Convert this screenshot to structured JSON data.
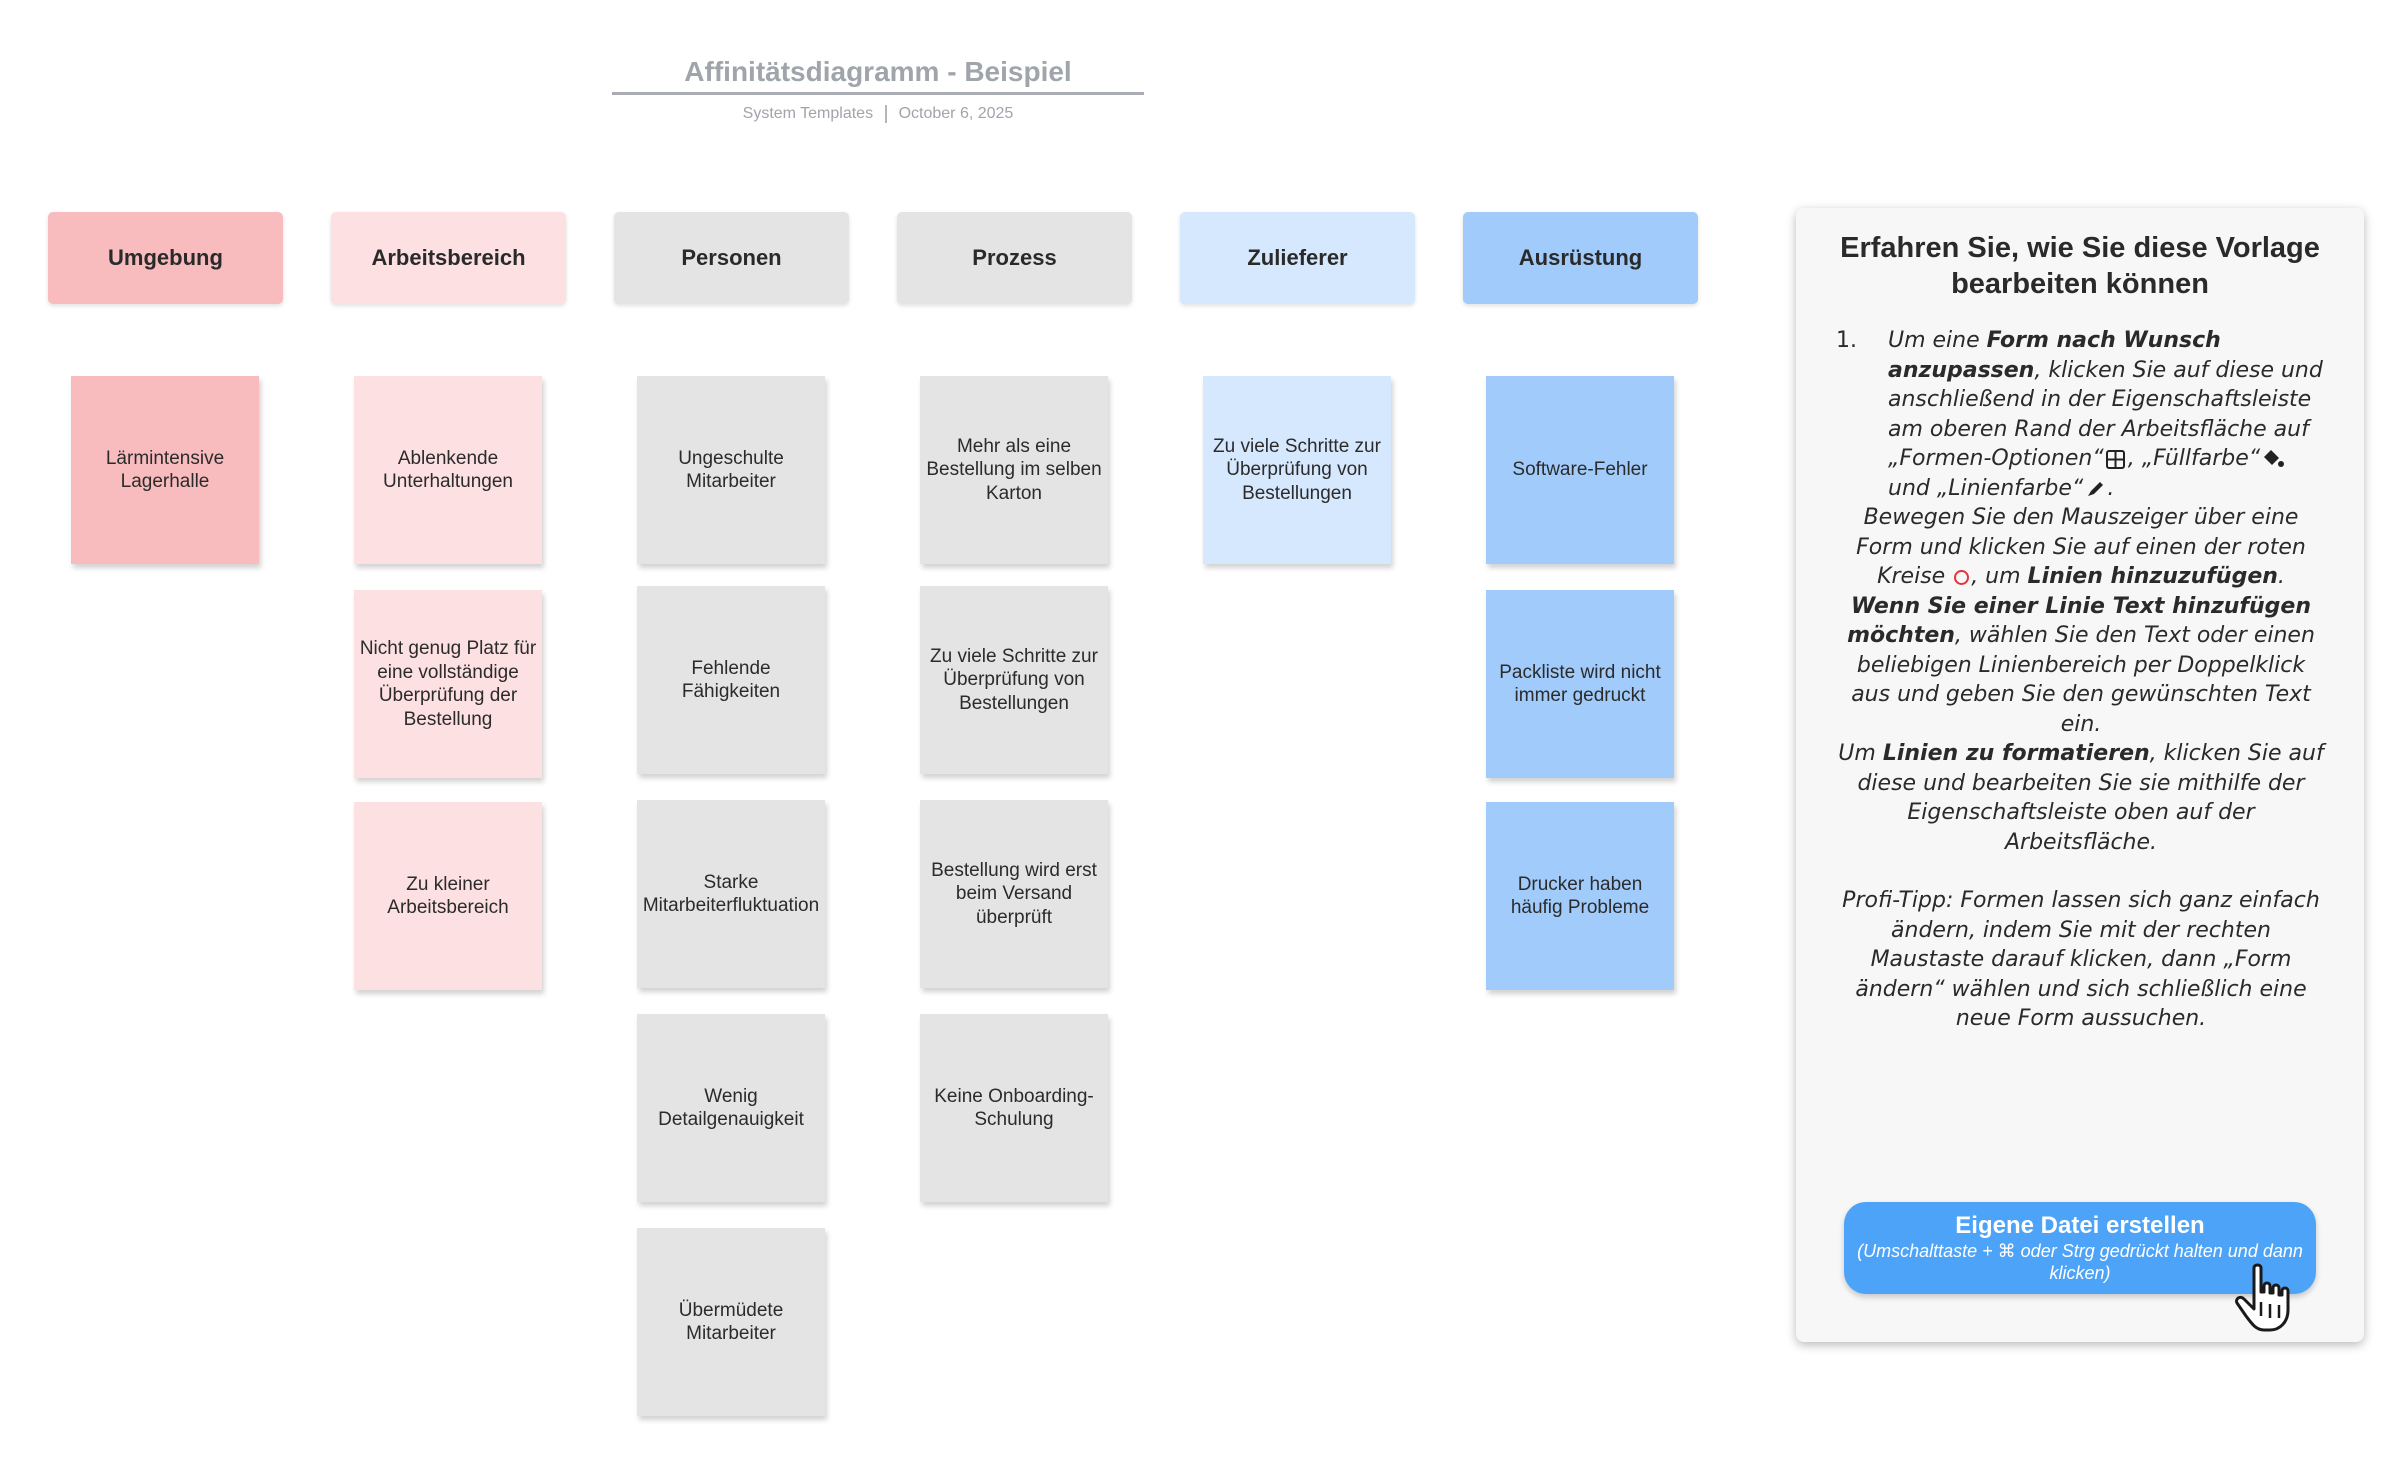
{
  "document": {
    "title": "Affinitätsdiagramm - Beispiel",
    "source": "System Templates",
    "date": "October 6, 2025"
  },
  "colors": {
    "umgebung_header": "#f8bcbe",
    "arbeitsbereich_header": "#fde0e1",
    "grey": "#e4e4e4",
    "zulieferer": "#d6e8fd",
    "ausruestung": "#a1cbfb",
    "cta": "#4da3f8"
  },
  "columns": [
    {
      "label": "Umgebung",
      "notes": [
        "Lärmintensive Lagerhalle"
      ]
    },
    {
      "label": "Arbeitsbereich",
      "notes": [
        "Ablenkende Unterhaltungen",
        "Nicht genug Platz für eine vollständige Überprüfung der Bestellung",
        "Zu kleiner Arbeitsbereich"
      ]
    },
    {
      "label": "Personen",
      "notes": [
        "Ungeschulte Mitarbeiter",
        "Fehlende Fähigkeiten",
        "Starke Mitarbeiterfluktuation",
        "Wenig Detailgenauigkeit",
        "Übermüdete Mitarbeiter"
      ]
    },
    {
      "label": "Prozess",
      "notes": [
        "Mehr als eine Bestellung im selben Karton",
        "Zu viele Schritte zur Überprüfung von Bestellungen",
        "Bestellung wird erst beim Versand überprüft",
        "Keine Onboarding-Schulung"
      ]
    },
    {
      "label": "Zulieferer",
      "notes": [
        "Zu viele Schritte zur Überprüfung von Bestellungen"
      ]
    },
    {
      "label": "Ausrüstung",
      "notes": [
        "Software-Fehler",
        "Packliste wird nicht immer gedruckt",
        "Drucker haben häufig Probleme"
      ]
    }
  ],
  "panel": {
    "title": "Erfahren Sie, wie Sie diese Vorlage bearbeiten können",
    "step_number": "1.",
    "step1": {
      "a": "Um eine ",
      "b": "Form nach Wunsch anzupassen",
      "c": ", klicken Sie auf diese und anschließend in der Eigenschaftsleiste am oberen Rand der Arbeitsfläche auf „Formen-Optionen“",
      "d": ", „Füllfarbe“",
      "e": " und „Linienfarbe“",
      "f": "."
    },
    "lines": {
      "a": "Bewegen Sie den Mauszeiger über eine Form und klicken Sie auf einen der roten Kreise ",
      "b": ", um ",
      "c": "Linien hinzuzufügen",
      "d": "."
    },
    "text_on_line": {
      "a": "Wenn Sie einer Linie Text hinzufügen möchten",
      "b": ", wählen Sie den Text oder einen beliebigen Linienbereich per Doppelklick aus und geben Sie den gewünschten Text ein."
    },
    "format": {
      "a": "Um ",
      "b": "Linien zu formatieren",
      "c": ", klicken Sie auf diese und bearbeiten Sie sie mithilfe der Eigenschaftsleiste oben auf der Arbeitsfläche."
    },
    "tip": "Profi-Tipp: Formen lassen sich ganz einfach ändern, indem Sie mit der rechten Maustaste darauf klicken, dann „Form ändern“ wählen und sich schließlich eine neue Form aussuchen.",
    "cta_title": "Eigene Datei erstellen",
    "cta_sub": "(Umschalttaste + ⌘ oder Strg gedrückt halten und dann klicken)"
  }
}
